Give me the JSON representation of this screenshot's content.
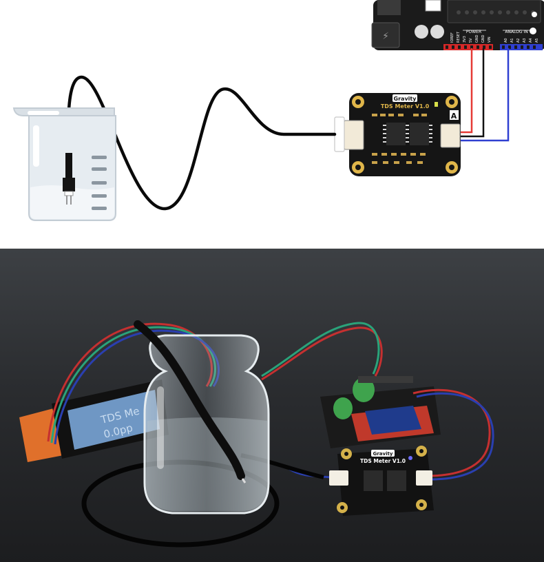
{
  "arduino": {
    "power_header": "POWER",
    "analog_header": "ANALOG IN",
    "power_pins": [
      "IOREF",
      "RESET",
      "3V3",
      "5V",
      "GND",
      "GND",
      "VIN"
    ],
    "analog_pins": [
      "A0",
      "A1",
      "A2",
      "A3",
      "A4",
      "A5"
    ]
  },
  "module": {
    "brand": "Gravity",
    "name": "TDS Meter V1.0",
    "port_label": "A"
  },
  "photo": {
    "lcd_text_1": "TDS Me",
    "lcd_text_2": "0.0pp",
    "module_brand": "Gravity",
    "module_name": "TDS Meter V1.0"
  },
  "colors": {
    "wire_red": "#e53935",
    "wire_black": "#111111",
    "wire_blue": "#2f3fd1",
    "pcb": "#151515",
    "pad_gold": "#e0b64a",
    "beaker_fill": "#e6ecf1"
  }
}
